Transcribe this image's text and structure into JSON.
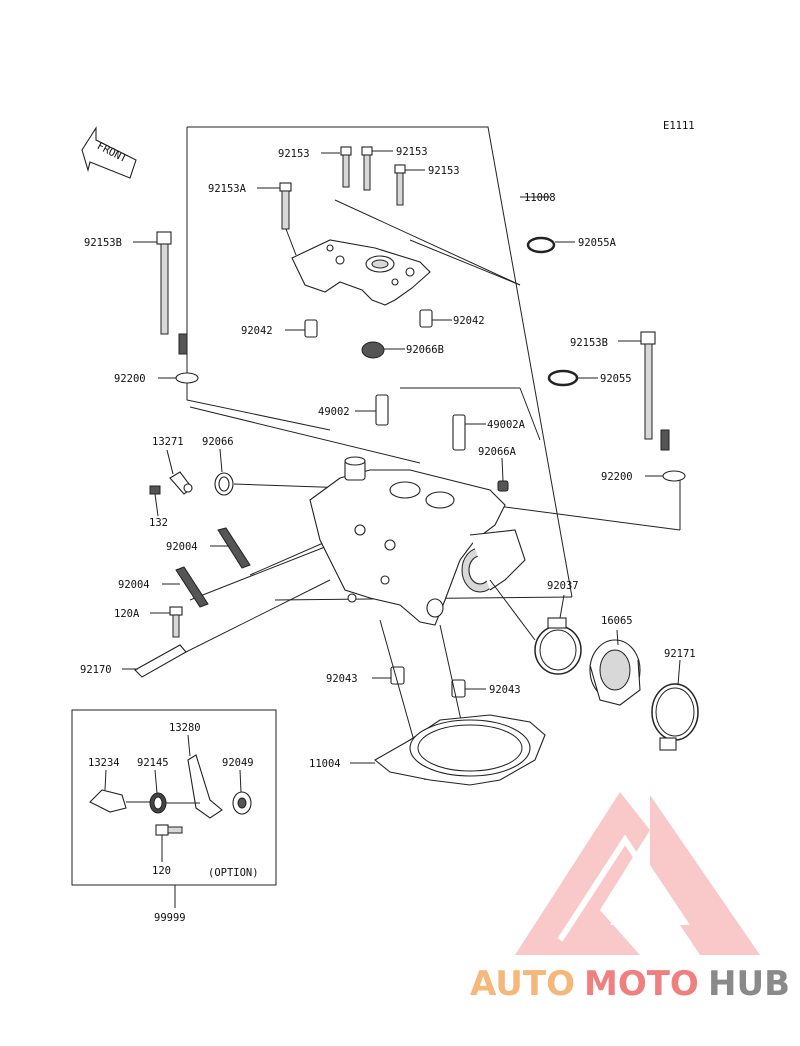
{
  "diagram_id": "E1111",
  "front_label": "FRONT",
  "option_label": "(OPTION)",
  "labels": {
    "p92153_l": "92153",
    "p92153_r1": "92153",
    "p92153_r2": "92153",
    "p92153A": "92153A",
    "p11008": "11008",
    "p92153B_l": "92153B",
    "p92055A": "92055A",
    "p92042_l": "92042",
    "p92042_r": "92042",
    "p92066B": "92066B",
    "p92153B_r": "92153B",
    "p92200_l": "92200",
    "p92055": "92055",
    "p49002": "49002",
    "p49002A": "49002A",
    "p13271": "13271",
    "p92066": "92066",
    "p92066A": "92066A",
    "p92200_r": "92200",
    "p132": "132",
    "p92004_a": "92004",
    "p92004_b": "92004",
    "p92037": "92037",
    "p120A": "120A",
    "p16065": "16065",
    "p92171": "92171",
    "p92170": "92170",
    "p92043_l": "92043",
    "p92043_r": "92043",
    "p13280": "13280",
    "p11004": "11004",
    "p13234": "13234",
    "p92145": "92145",
    "p92049": "92049",
    "p120": "120",
    "p99999": "99999"
  },
  "watermark": {
    "part1": "AUTO",
    "part2": "MOTO",
    "part3": "HUB",
    "color_orange": "#f5b87a",
    "color_red": "#f08080",
    "color_gray": "#8a8a8a"
  }
}
